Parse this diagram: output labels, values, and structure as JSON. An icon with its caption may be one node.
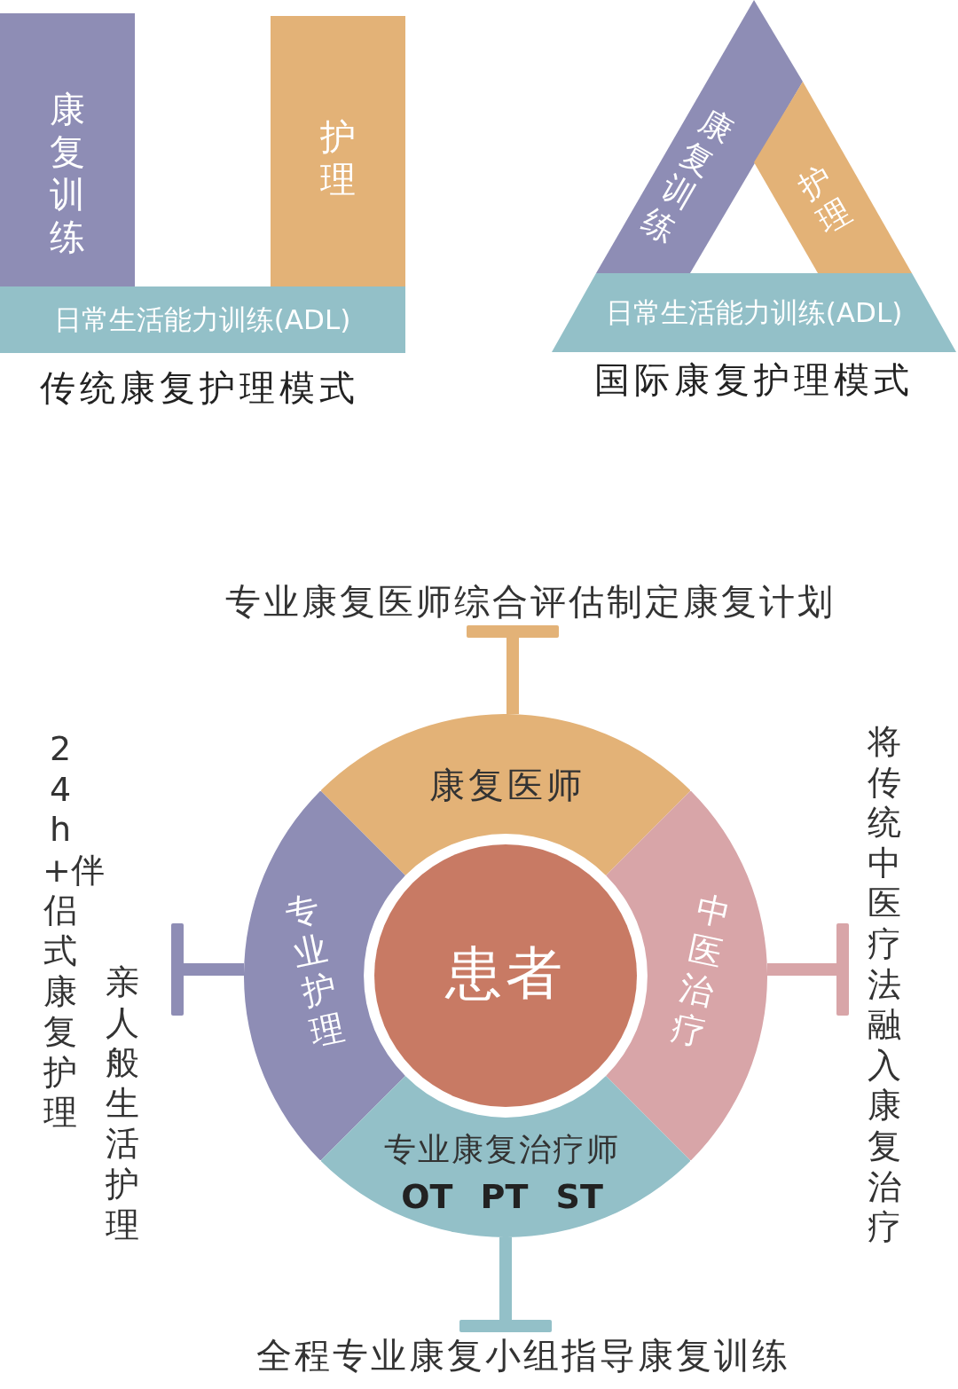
{
  "diagram": {
    "nodes": [
      {
        "text": [
          "康复训练"
        ]
      },
      {
        "text": [
          "护理"
        ]
      },
      {
        "text": [
          "日常生活能力训练(ADL)"
        ]
      },
      {
        "text": [
          "康复训练"
        ]
      },
      {
        "text": [
          "护理"
        ]
      },
      {
        "text": [
          "日常生活能力训练(ADL)"
        ]
      },
      {
        "text": [
          "专业康复医师综合评估制定康复计划"
        ]
      },
      {
        "text": [
          "康复医师"
        ]
      },
      {
        "text": [
          "亲人般生活护理"
        ]
      },
      {
        "text": [
          "专业护理"
        ]
      },
      {
        "text": [
          "患者"
        ]
      },
      {
        "text": [
          "中医治疗"
        ]
      },
      {
        "text": [
          "将传统中医疗法融入康复治疗"
        ]
      },
      {
        "text": [
          "专业康复治疗师",
          "OT PT ST"
        ]
      },
      {
        "text": [
          "全程专业康复小组指导康复训练"
        ]
      }
    ],
    "edges": [
      {
        "from": 7,
        "to": 6,
        "arrow": "other",
        "color": "#e3b277"
      },
      {
        "from": 9,
        "to": 8,
        "arrow": "other",
        "color": "#8e8db5"
      },
      {
        "from": 11,
        "to": 12,
        "arrow": "other",
        "color": "#d8a5a8"
      },
      {
        "from": 13,
        "to": 14,
        "arrow": "other",
        "color": "#93c0c8"
      }
    ],
    "labels": [
      "传统康复护理模式",
      "国际康复护理模式",
      "24h+伴侣式康复护理"
    ]
  }
}
